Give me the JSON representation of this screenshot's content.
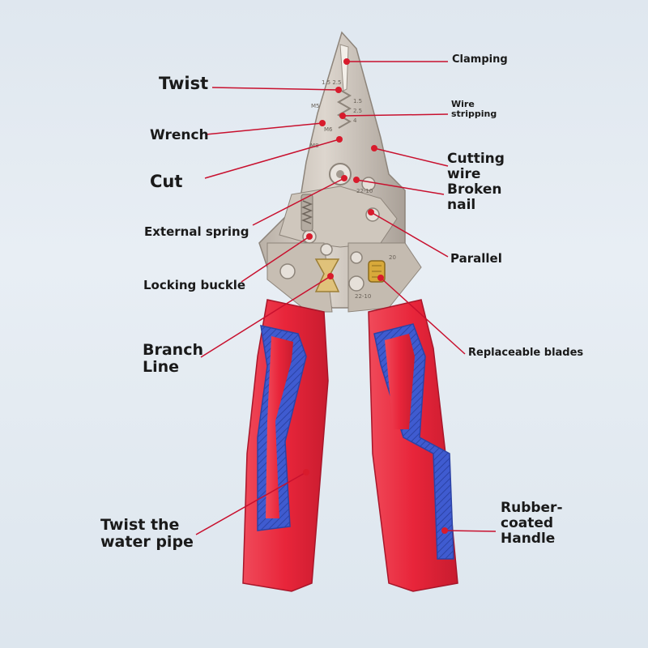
{
  "annotations": {
    "clamping": "Clamping",
    "twist": "Twist",
    "wire_stripping": "Wire\nstripping",
    "wrench": "Wrench",
    "cutting_wire": "Cutting\nwire\nBroken\nnail",
    "cut": "Cut",
    "external_spring": "External spring",
    "parallel": "Parallel",
    "locking_buckle": "Locking buckle",
    "branch_line": "Branch\nLine",
    "replaceable_blades": "Replaceable blades",
    "twist_water_pipe": "Twist the\nwater pipe",
    "rubber_handle": "Rubber-\ncoated\nHandle"
  },
  "tool_markings": {
    "jaw_gauge": "1.5  2.5",
    "strip_gauges": [
      "1.5",
      "2.5",
      "4"
    ],
    "bolt_left": "M5",
    "bolt_mid": "M6",
    "m8": "M8",
    "crimp_size": "22-10",
    "lock_size": "20",
    "blade_size": "22-10"
  },
  "colors": {
    "callout_line": "#c8102e",
    "callout_dot": "#d81b2c",
    "handle_red": "#e8253a",
    "handle_blue": "#3f5bd0",
    "steel": "#c9c0b6",
    "background": "#e3eaf1"
  }
}
